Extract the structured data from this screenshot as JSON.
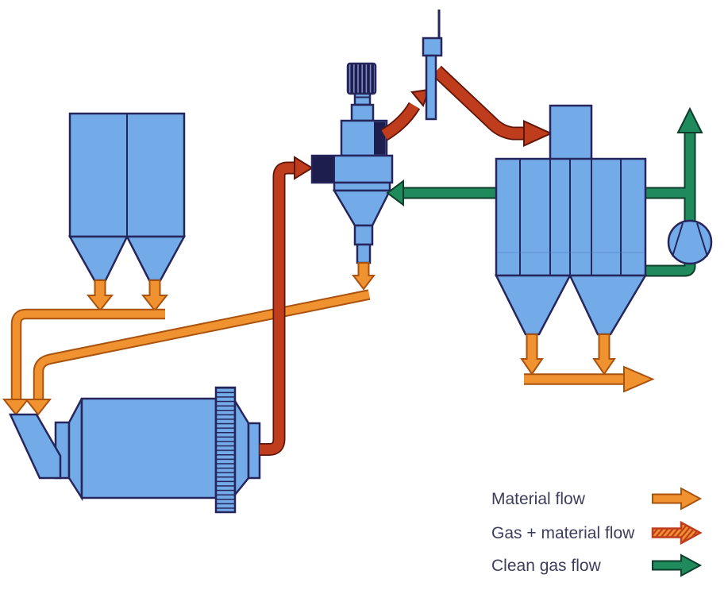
{
  "palette": {
    "bg": "#ffffff",
    "equipment": "#72abe8",
    "outline": "#26265c",
    "motor": "#1e1e4e",
    "motor-stripe": "#7d8cc9",
    "material": "#f0922f",
    "material-edge": "#a9530f",
    "gas-material": "#bf3c1d",
    "gas-material-edge": "#5f1507",
    "clean-gas": "#1f8a5c",
    "clean-gas-edge": "#0e3d2c",
    "text": "#3d3d5c"
  },
  "components": [
    "feed-hoppers",
    "feed-conveyor",
    "ball-mill",
    "separator",
    "damper-valve",
    "bag-filter",
    "fan",
    "stack"
  ],
  "legend": {
    "items": [
      {
        "id": "material-flow",
        "label": "Material flow",
        "style": "solid-orange"
      },
      {
        "id": "gas-material-flow",
        "label": "Gas + material flow",
        "style": "hatched-orange-red"
      },
      {
        "id": "clean-gas-flow",
        "label": "Clean gas flow",
        "style": "solid-green"
      }
    ]
  }
}
